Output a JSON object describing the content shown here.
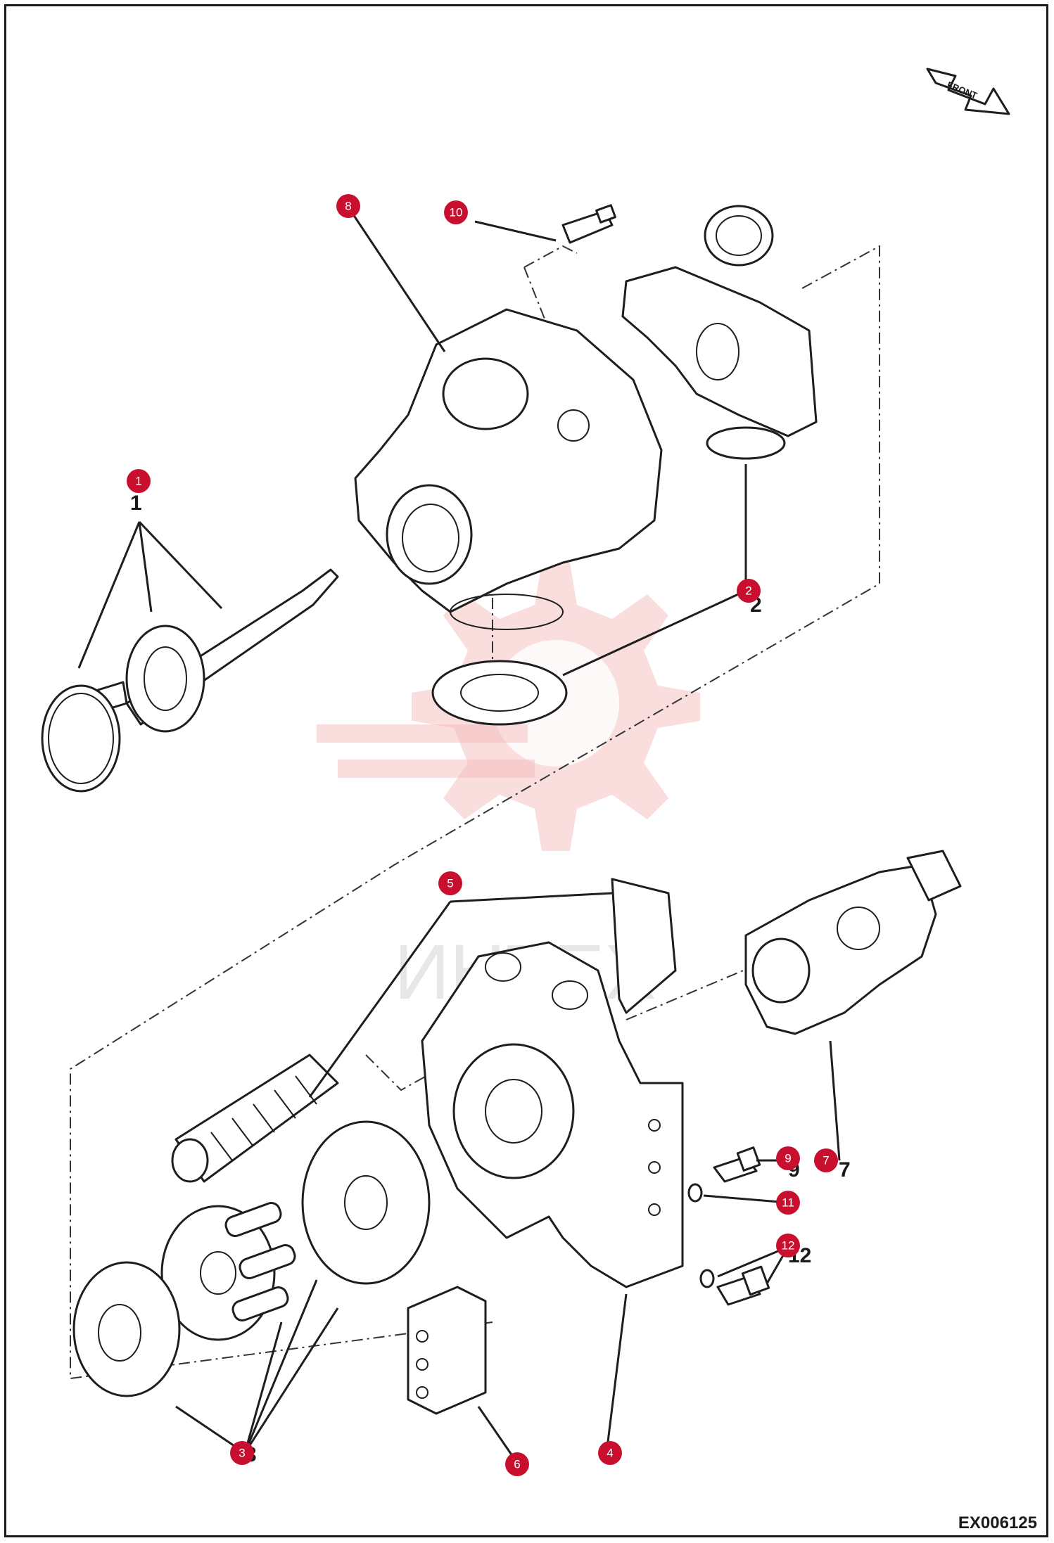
{
  "diagram": {
    "code": "EX006125",
    "front_label": "FRONT",
    "watermark": "ИНТЕХ"
  },
  "callouts": [
    {
      "id": "1",
      "label": "1"
    },
    {
      "id": "2",
      "label": "2"
    },
    {
      "id": "3",
      "label": "3"
    },
    {
      "id": "4",
      "label": "4"
    },
    {
      "id": "5",
      "label": "5"
    },
    {
      "id": "6",
      "label": "6"
    },
    {
      "id": "7",
      "label": "7"
    },
    {
      "id": "8",
      "label": "8"
    },
    {
      "id": "9",
      "label": "9"
    },
    {
      "id": "10",
      "label": "10"
    },
    {
      "id": "11",
      "label": "11"
    },
    {
      "id": "12",
      "label": "12"
    }
  ],
  "colors": {
    "badge": "#c8102e",
    "line": "#1e1e1e",
    "watermark": "#f3b6b6"
  }
}
